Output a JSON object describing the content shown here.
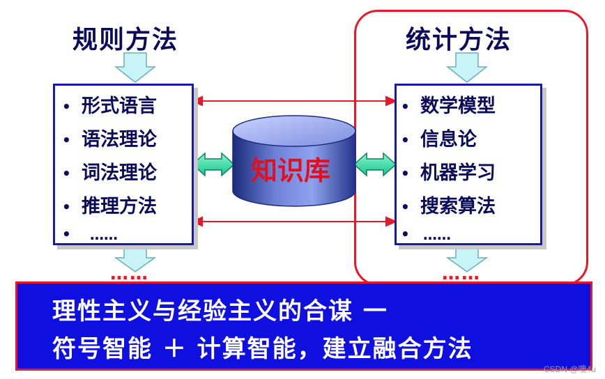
{
  "left": {
    "title": "规则方法",
    "items": [
      "形式语言",
      "语法理论",
      "词法理论",
      "推理方法",
      "……"
    ],
    "continuation": "……"
  },
  "right": {
    "title": "统计方法",
    "items": [
      "数学模型",
      "信息论",
      "机器学习",
      "搜索算法",
      "……"
    ],
    "continuation": "……"
  },
  "center": {
    "label": "知识库"
  },
  "banner": {
    "line1": "理性主义与经验主义的合谋 一",
    "line2": "符号智能 ＋ 计算智能，建立融合方法"
  },
  "bullet": "•",
  "watermark": "CSDN @噢4u",
  "colors": {
    "title_text": "#0b0b5a",
    "box_border": "#1a1aa8",
    "red": "#e8182a",
    "banner_bg": "#0f0fe0",
    "cylinder": "#3d4fa8",
    "double_arrow": "#2ee0a0",
    "down_arrow": "#c8f4f8"
  }
}
